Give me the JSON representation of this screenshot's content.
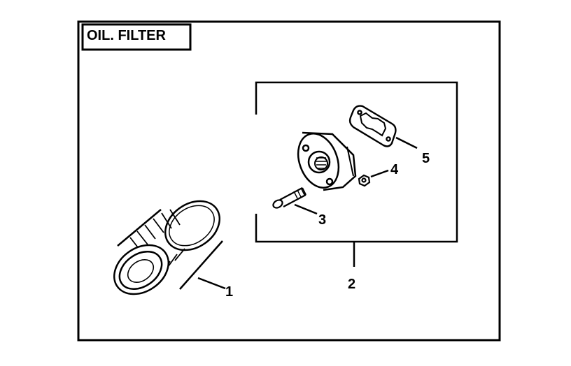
{
  "diagram": {
    "title": "OIL. FILTER",
    "callouts": [
      "1",
      "2",
      "3",
      "4",
      "5"
    ],
    "parts": {
      "oil_filter": "1",
      "adapter_assembly": "2",
      "bolt": "3",
      "nut": "4",
      "gasket": "5"
    }
  },
  "colors": {
    "ink": "#000000",
    "paper": "#ffffff"
  }
}
